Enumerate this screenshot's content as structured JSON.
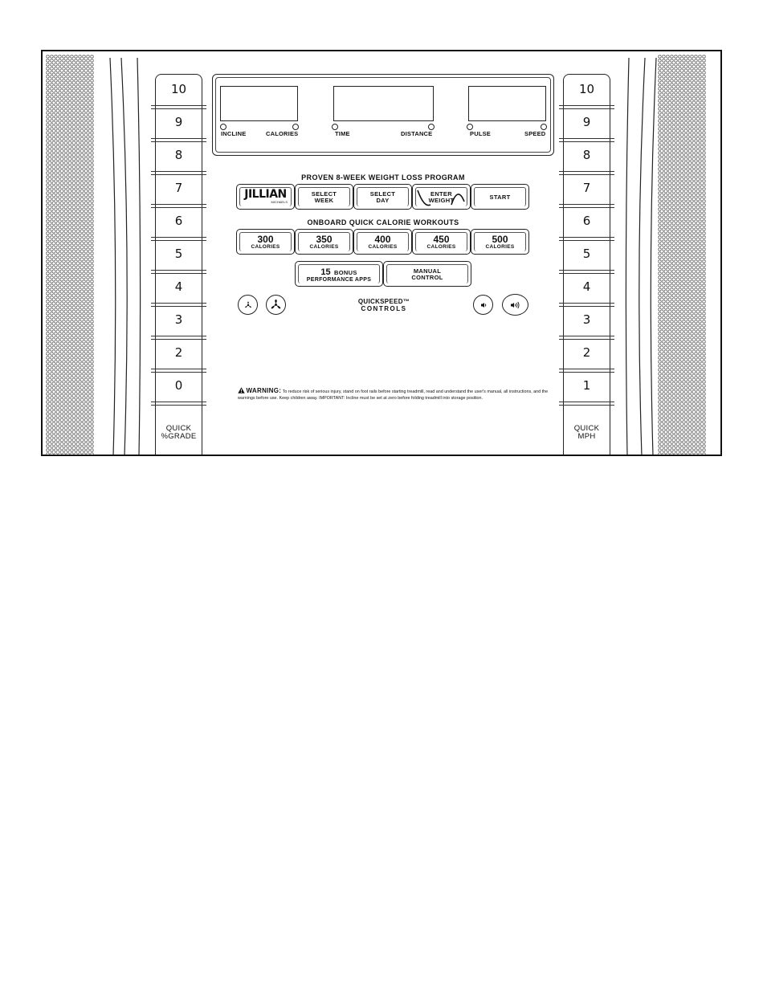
{
  "quick_grade": {
    "values": [
      "10",
      "9",
      "8",
      "7",
      "6",
      "5",
      "4",
      "3",
      "2",
      "0"
    ],
    "label_line1": "QUICK",
    "label_line2": "%GRADE"
  },
  "quick_mph": {
    "values": [
      "10",
      "9",
      "8",
      "7",
      "6",
      "5",
      "4",
      "3",
      "2",
      "1"
    ],
    "label_line1": "QUICK",
    "label_line2": "MPH"
  },
  "display": {
    "labels": [
      "INCLINE",
      "CALORIES",
      "TIME",
      "DISTANCE",
      "PULSE",
      "SPEED"
    ]
  },
  "program": {
    "title": "PROVEN 8-WEEK WEIGHT LOSS PROGRAM",
    "logo_text": "JILLIAN",
    "logo_subtext": "MICHAELS",
    "select_week": [
      "SELECT",
      "WEEK"
    ],
    "select_day": [
      "SELECT",
      "DAY"
    ],
    "enter_weight": [
      "ENTER",
      "WEIGHT"
    ],
    "start": "START"
  },
  "calorie_workouts": {
    "title": "ONBOARD QUICK CALORIE WORKOUTS",
    "values": [
      "300",
      "350",
      "400",
      "450",
      "500"
    ],
    "unit": "CALORIES"
  },
  "bonus": {
    "count": "15",
    "line1": "BONUS",
    "line2": "PERFORMANCE APPS"
  },
  "manual": [
    "MANUAL",
    "CONTROL"
  ],
  "quickspeed": {
    "line1": "QUICKSPEED™",
    "line2": "CONTROLS"
  },
  "icons": {
    "fan_low": "fan-low-icon",
    "fan_high": "fan-high-icon",
    "volume_down": "volume-down-icon",
    "volume_up": "volume-up-icon",
    "warning": "warning-triangle-icon"
  },
  "warning": {
    "title": "WARNING:",
    "text": "To reduce risk of serious injury, stand on foot rails before starting treadmill, read and understand the user's manual, all instructions, and the warnings before use. Keep children away. IMPORTANT: Incline must be set at zero before folding treadmill into storage position."
  }
}
